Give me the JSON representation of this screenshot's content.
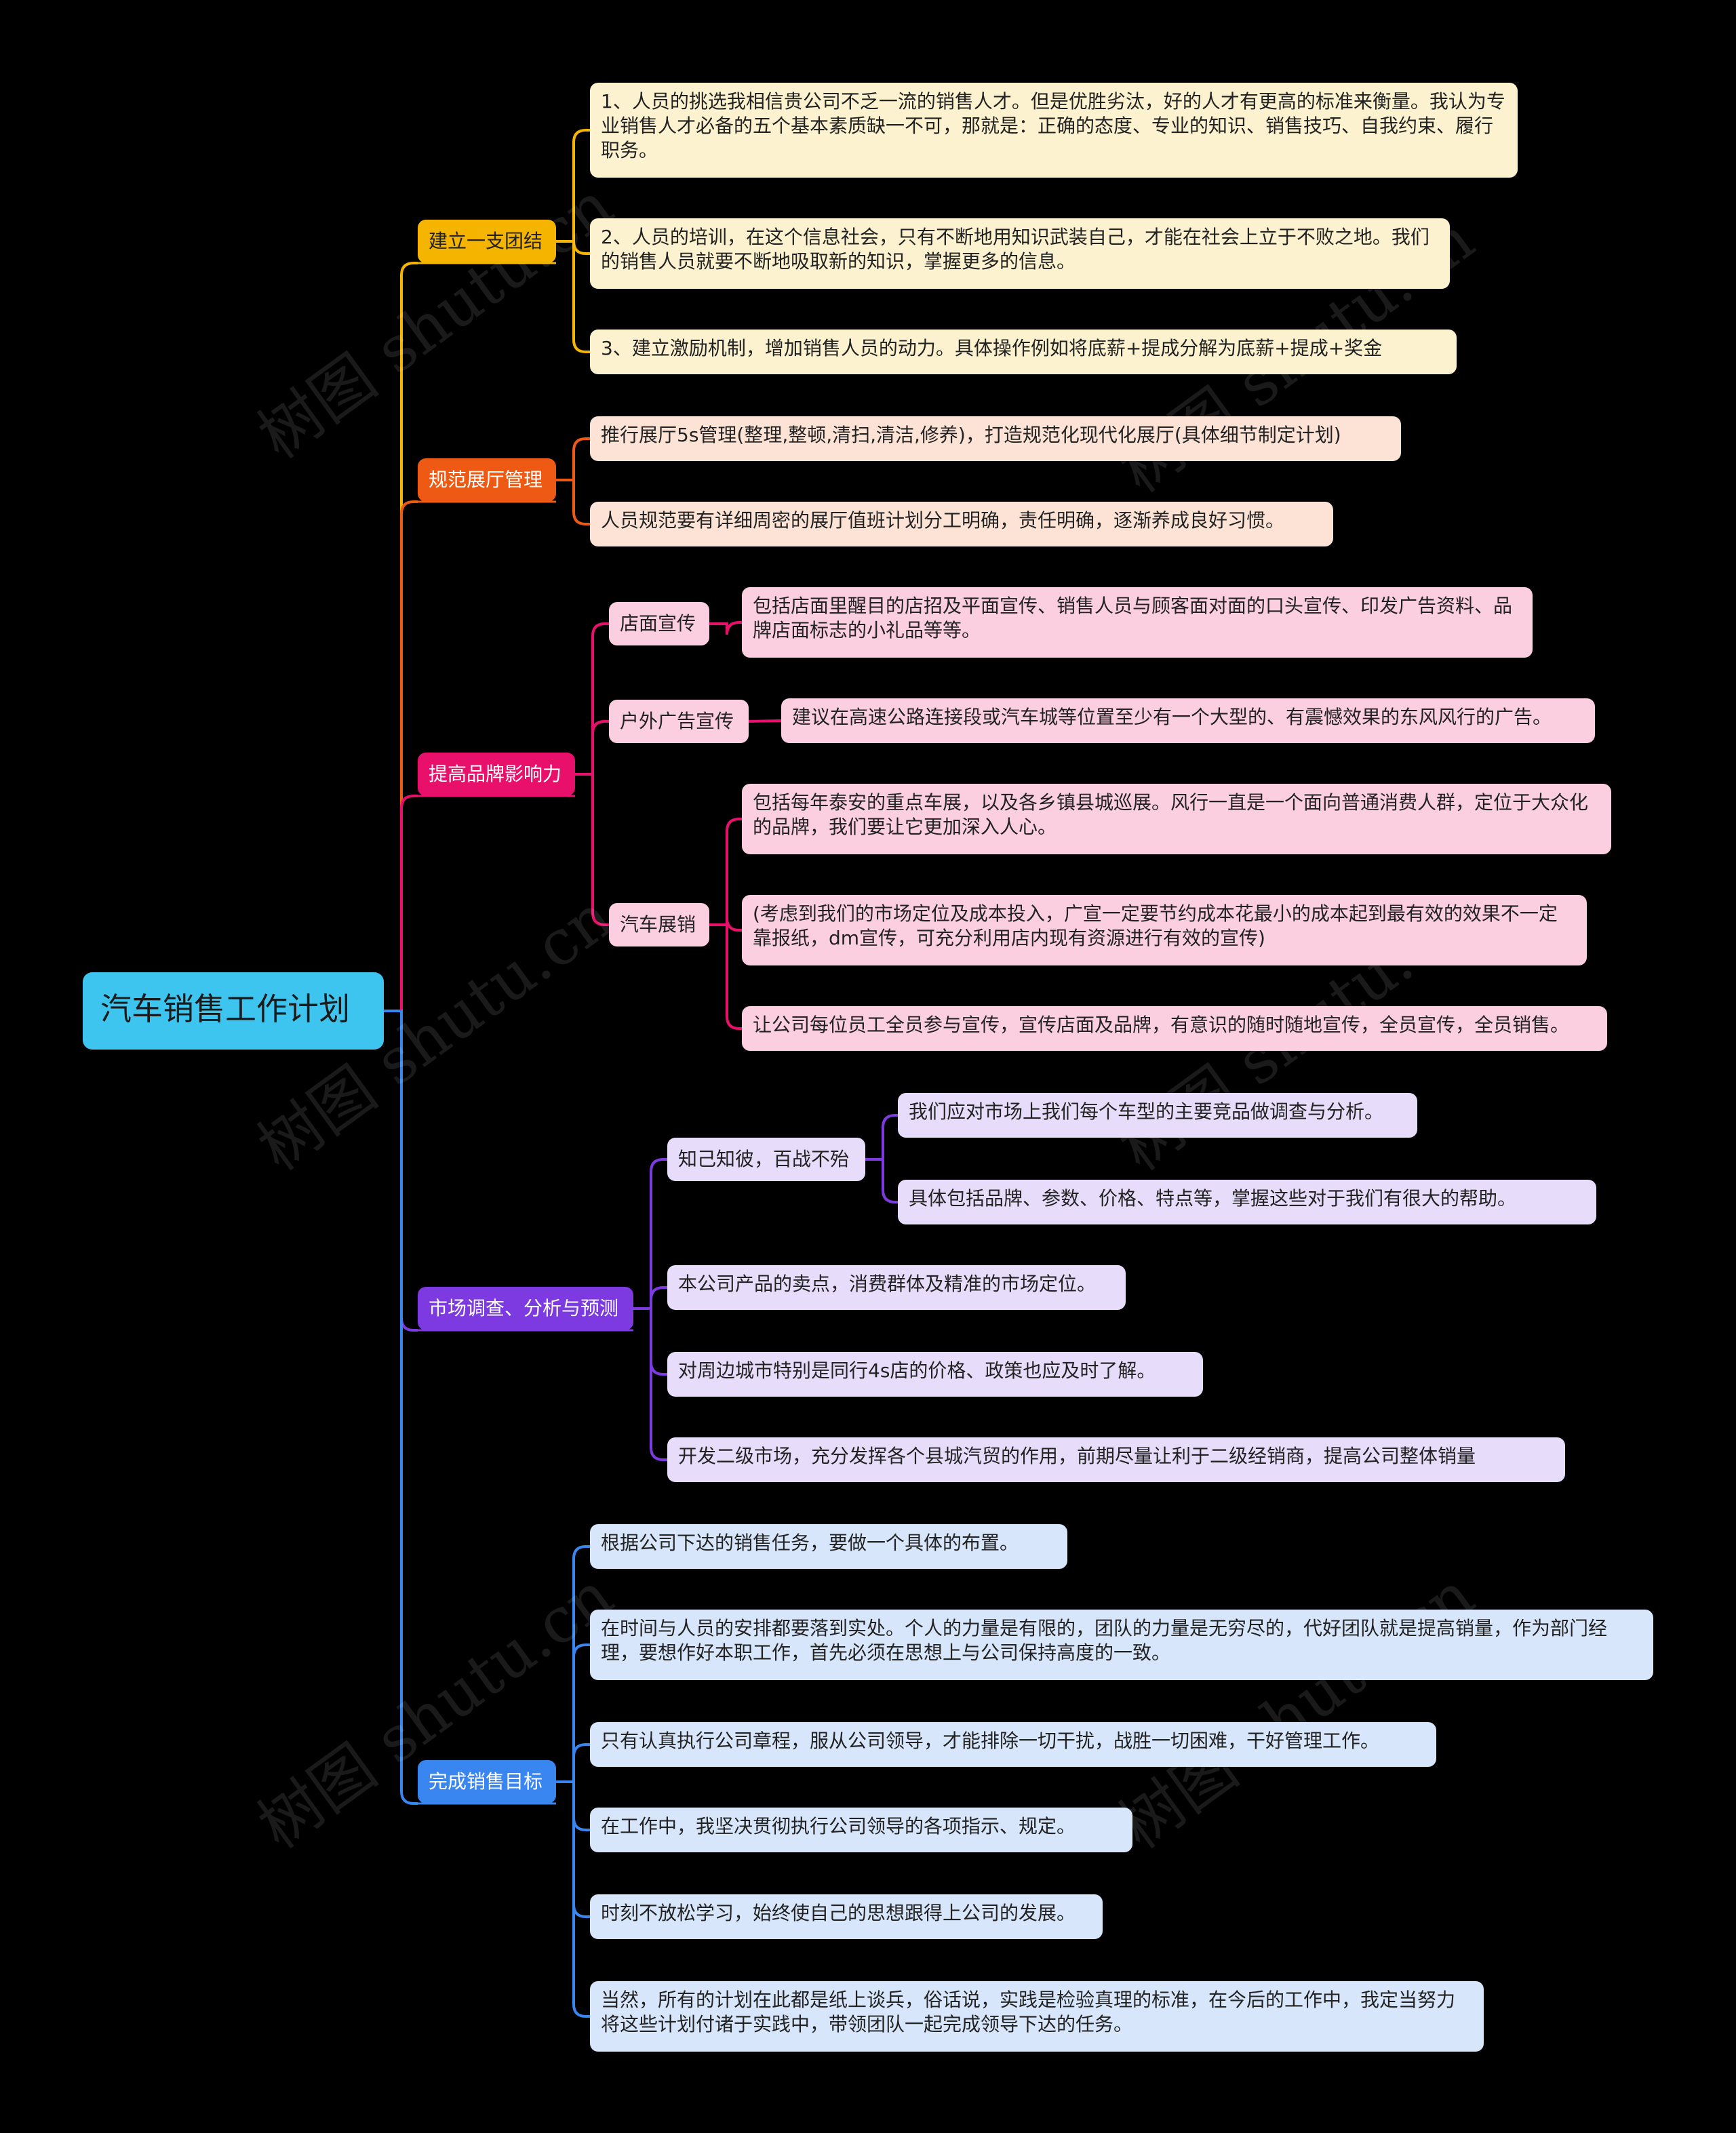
{
  "colors": {
    "root_bg": "#3ec5ef",
    "team": {
      "branch": "#f4b400",
      "leaf": "#fdf2cf",
      "line": "#f4b400"
    },
    "hall": {
      "branch": "#ee5a14",
      "leaf": "#fde3d6",
      "line": "#ee5a14"
    },
    "brand": {
      "branch": "#e8106b",
      "leaf": "#fccfe0",
      "line": "#e8106b"
    },
    "market": {
      "branch": "#7c3ae0",
      "leaf": "#e7ddfb",
      "line": "#7c3ae0"
    },
    "target": {
      "branch": "#3a86f0",
      "leaf": "#d8e6fb",
      "line": "#3a86f0"
    }
  },
  "root": {
    "title": "汽车销售工作计划"
  },
  "branches": {
    "team": {
      "label": "建立一支团结",
      "items": [
        "1、人员的挑选我相信贵公司不乏一流的销售人才。但是优胜劣汰，好的人才有更高的标准来衡量。我认为专业销售人才必备的五个基本素质缺一不可，那就是：正确的态度、专业的知识、销售技巧、自我约束、履行职务。",
        "2、人员的培训，在这个信息社会，只有不断地用知识武装自己，才能在社会上立于不败之地。我们的销售人员就要不断地吸取新的知识，掌握更多的信息。",
        "3、建立激励机制，增加销售人员的动力。具体操作例如将底薪+提成分解为底薪+提成+奖金"
      ]
    },
    "hall": {
      "label": "规范展厅管理",
      "items": [
        "推行展厅5s管理(整理,整顿,清扫,清洁,修养)，打造规范化现代化展厅(具体细节制定计划)",
        "人员规范要有详细周密的展厅值班计划分工明确，责任明确，逐渐养成良好习惯。"
      ]
    },
    "brand": {
      "label": "提高品牌影响力",
      "store": {
        "label": "店面宣传",
        "items": [
          "包括店面里醒目的店招及平面宣传、销售人员与顾客面对面的口头宣传、印发广告资料、品牌店面标志的小礼品等等。"
        ]
      },
      "outdoor": {
        "label": "户外广告宣传",
        "items": [
          "建议在高速公路连接段或汽车城等位置至少有一个大型的、有震憾效果的东风风行的广告。"
        ]
      },
      "show": {
        "label": "汽车展销",
        "items": [
          "包括每年泰安的重点车展，以及各乡镇县城巡展。风行一直是一个面向普通消费人群，定位于大众化的品牌，我们要让它更加深入人心。",
          "(考虑到我们的市场定位及成本投入，广宣一定要节约成本花最小的成本起到最有效的效果不一定靠报纸，dm宣传，可充分利用店内现有资源进行有效的宣传)",
          "让公司每位员工全员参与宣传，宣传店面及品牌，有意识的随时随地宣传，全员宣传，全员销售。"
        ]
      }
    },
    "market": {
      "label": "市场调查、分析与预测",
      "know": {
        "label": "知己知彼，百战不殆",
        "items": [
          "我们应对市场上我们每个车型的主要竞品做调查与分析。",
          "具体包括品牌、参数、价格、特点等，掌握这些对于我们有很大的帮助。"
        ]
      },
      "items": [
        "本公司产品的卖点，消费群体及精准的市场定位。",
        "对周边城市特别是同行4s店的价格、政策也应及时了解。",
        "开发二级市场，充分发挥各个县城汽贸的作用，前期尽量让利于二级经销商，提高公司整体销量"
      ]
    },
    "target": {
      "label": "完成销售目标",
      "items": [
        "根据公司下达的销售任务，要做一个具体的布置。",
        "在时间与人员的安排都要落到实处。个人的力量是有限的，团队的力量是无穷尽的，代好团队就是提高销量，作为部门经理，要想作好本职工作，首先必须在思想上与公司保持高度的一致。",
        "只有认真执行公司章程，服从公司领导，才能排除一切干扰，战胜一切困难，干好管理工作。",
        "在工作中，我坚决贯彻执行公司领导的各项指示、规定。",
        "时刻不放松学习，始终使自己的思想跟得上公司的发展。",
        "当然，所有的计划在此都是纸上谈兵，俗话说，实践是检验真理的标准，在今后的工作中，我定当努力将这些计划付诸于实践中，带领团队一起完成领导下达的任务。"
      ]
    }
  },
  "watermark": "树图 shutu.cn"
}
